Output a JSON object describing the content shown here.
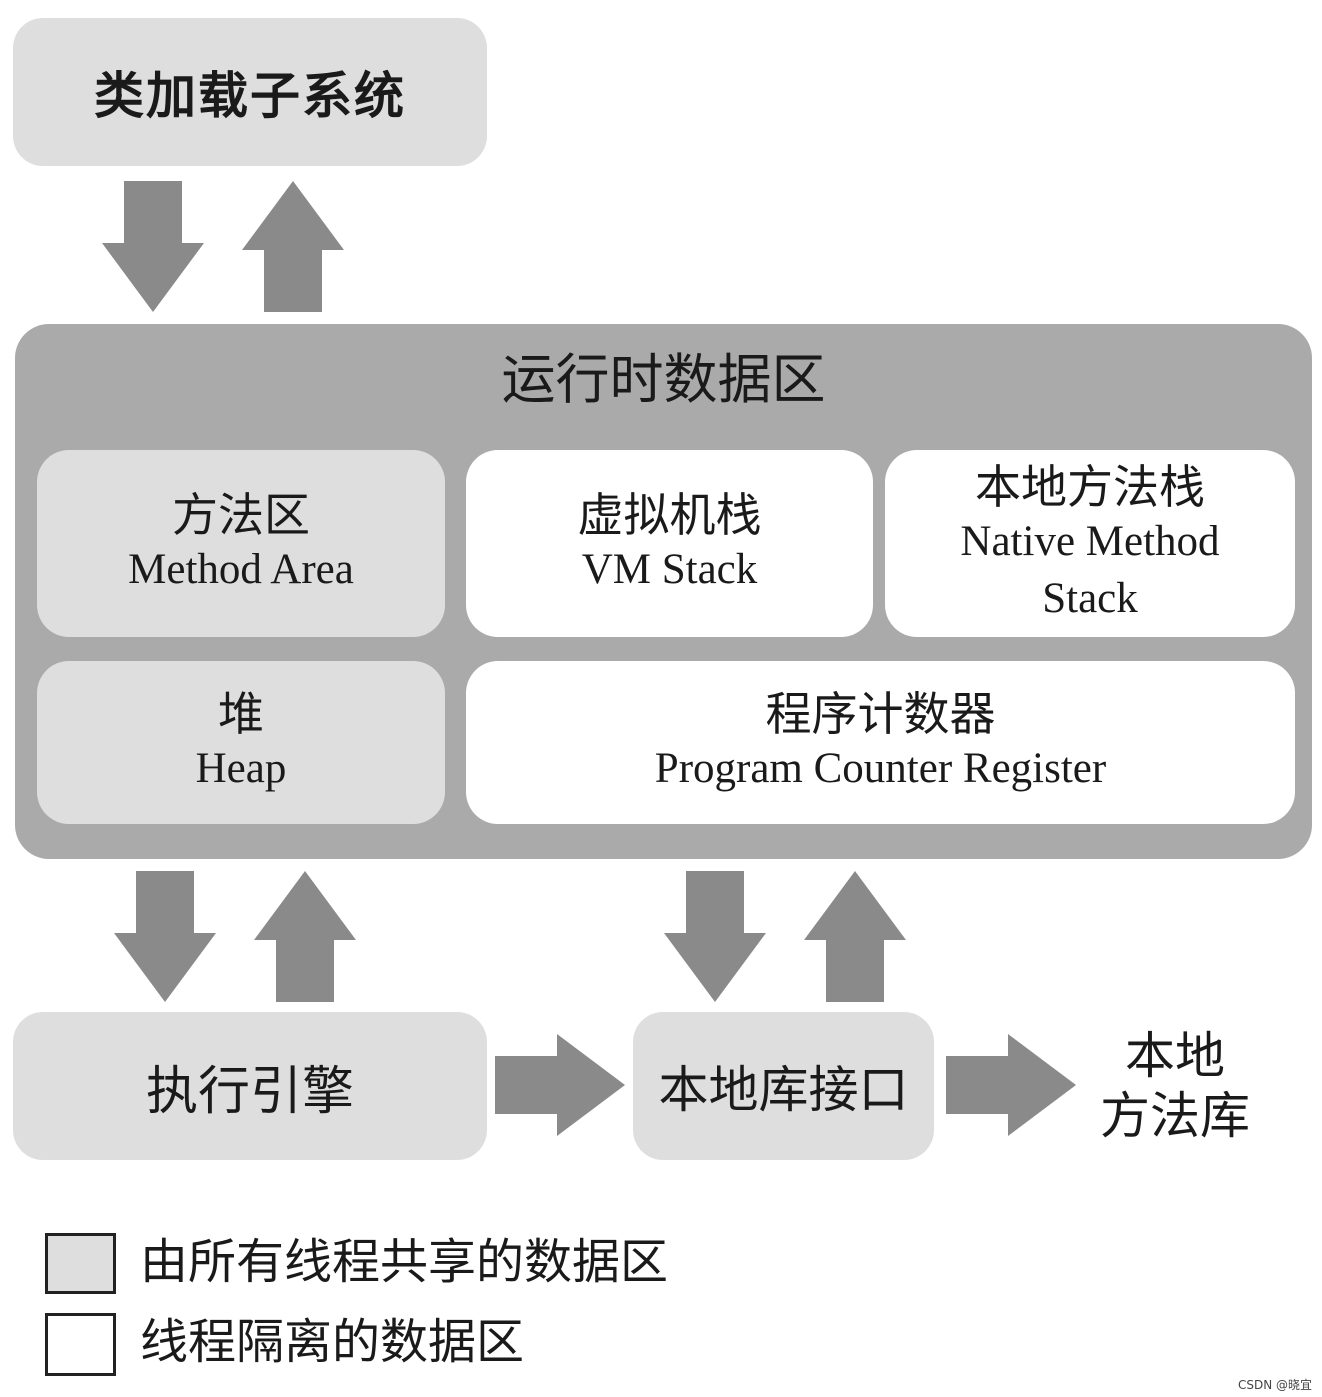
{
  "class_loader": {
    "label": "类加载子系统"
  },
  "runtime_area": {
    "title": "运行时数据区",
    "method_area": {
      "zh": "方法区",
      "en": "Method Area"
    },
    "vm_stack": {
      "zh": "虚拟机栈",
      "en": "VM Stack"
    },
    "native_stack": {
      "zh": "本地方法栈",
      "en_line1": "Native Method",
      "en_line2": "Stack"
    },
    "heap": {
      "zh": "堆",
      "en": "Heap"
    },
    "pc_register": {
      "zh": "程序计数器",
      "en": "Program Counter Register"
    }
  },
  "execution_engine": {
    "label": "执行引擎"
  },
  "native_interface": {
    "label": "本地库接口"
  },
  "native_library": {
    "line1": "本地",
    "line2": "方法库"
  },
  "legend": {
    "shared": "由所有线程共享的数据区",
    "isolated": "线程隔离的数据区"
  },
  "watermark": "CSDN @晓宜",
  "colors": {
    "shared_fill": "#dedede",
    "isolated_fill": "#ffffff",
    "runtime_container": "#aaaaaa",
    "arrow": "#8a8a8a"
  }
}
